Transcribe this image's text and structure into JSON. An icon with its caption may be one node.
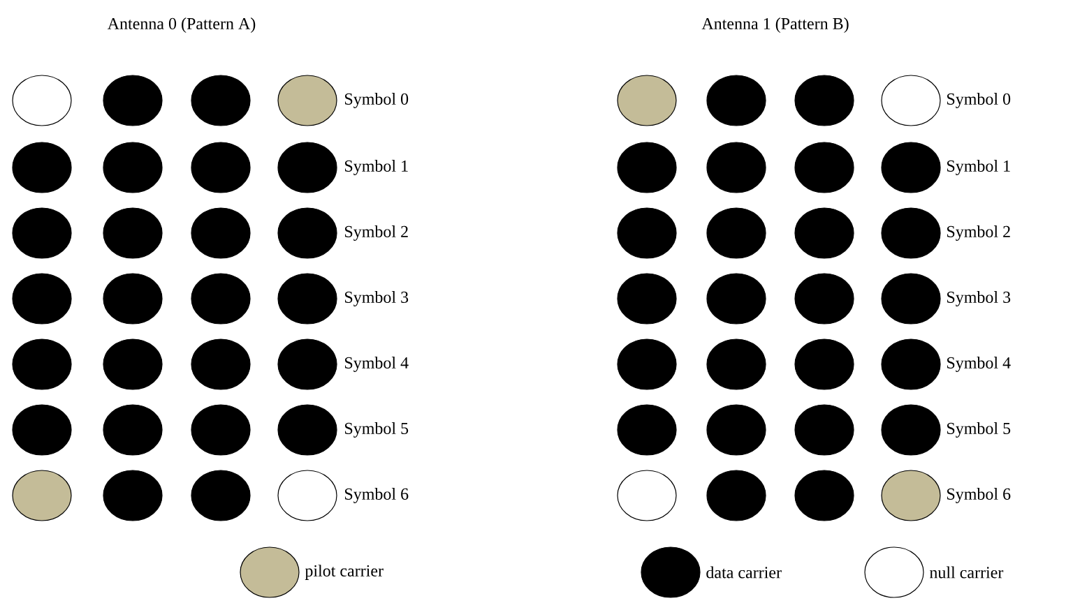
{
  "diagram": {
    "labels": [
      "Antenna 0 (Pattern A)",
      "Antenna 1 (Pattern B)",
      "Symbol 0",
      "Symbol 0",
      "Symbol 1",
      "Symbol 1",
      "Symbol 2",
      "Symbol 2",
      "Symbol 3",
      "Symbol 3",
      "Symbol 4",
      "Symbol 4",
      "Symbol 5",
      "Symbol 5",
      "Symbol 6",
      "Symbol 6"
    ],
    "legend": [
      {
        "text": "pilot carrier",
        "color": "#c4bc98"
      },
      {
        "text": "data carrier",
        "color": "#000000"
      },
      {
        "text": "null carrier"
      }
    ]
  }
}
